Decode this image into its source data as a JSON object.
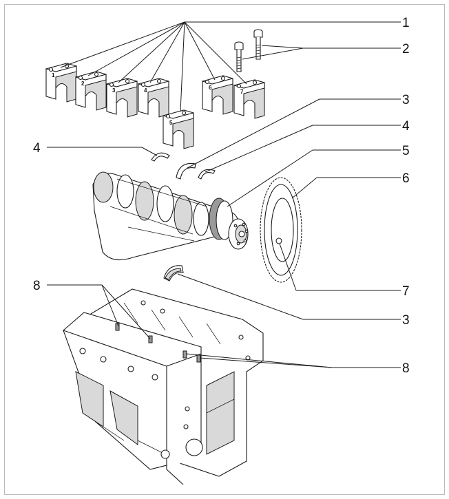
{
  "colors": {
    "line": "#1a1a1a",
    "border": "#bdbdbd",
    "background": "#ffffff"
  },
  "callouts": {
    "c1": "1",
    "c2": "2",
    "c3_top": "3",
    "c4_right": "4",
    "c4_left": "4",
    "c5": "5",
    "c6": "6",
    "c7": "7",
    "c3_bottom": "3",
    "c8_left": "8",
    "c8_right": "8"
  },
  "caps": {
    "cap1": "1",
    "cap2": "2",
    "cap3": "3",
    "cap4": "4",
    "cap5": "5",
    "cap6": "6",
    "cap7": "7"
  }
}
